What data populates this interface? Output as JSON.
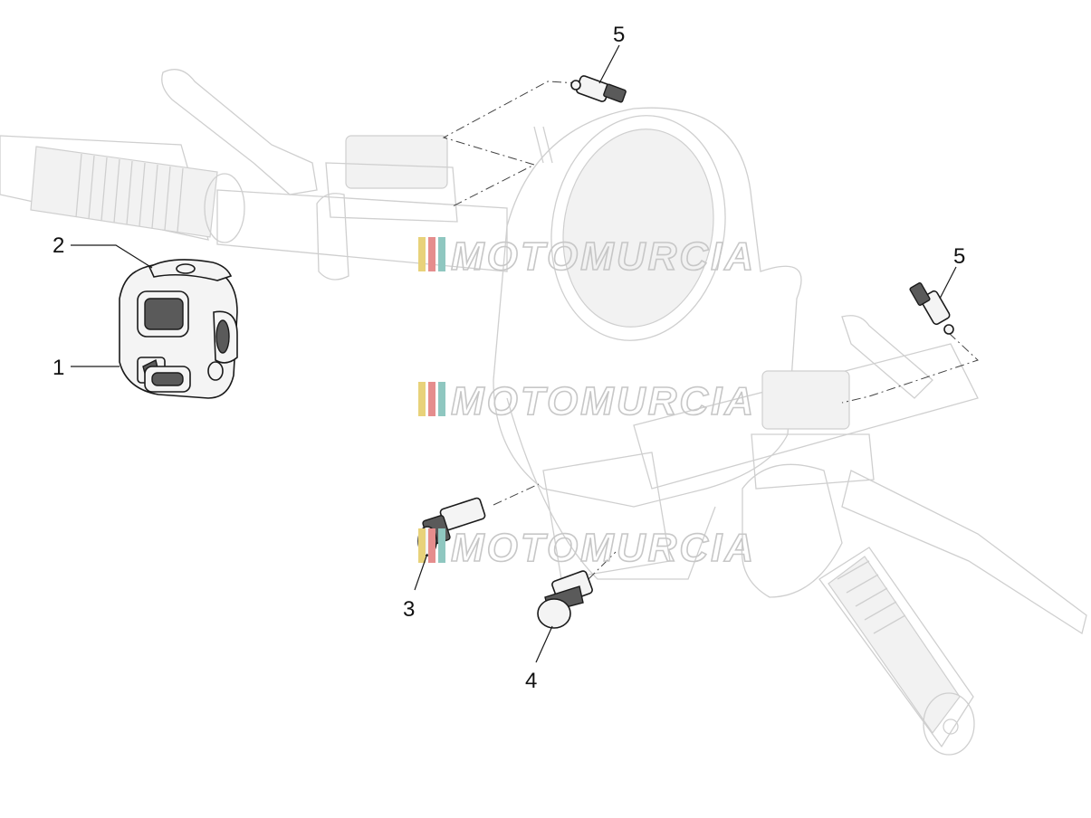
{
  "watermark": {
    "text": "MOTOMURCIA",
    "stripe_colors": [
      "#e8d27a",
      "#e58d8d",
      "#8fc7c0"
    ]
  },
  "callouts": [
    {
      "id": "c1",
      "label": "1"
    },
    {
      "id": "c2",
      "label": "2"
    },
    {
      "id": "c3",
      "label": "3"
    },
    {
      "id": "c4",
      "label": "4"
    },
    {
      "id": "c5a",
      "label": "5"
    },
    {
      "id": "c5b",
      "label": "5"
    }
  ]
}
